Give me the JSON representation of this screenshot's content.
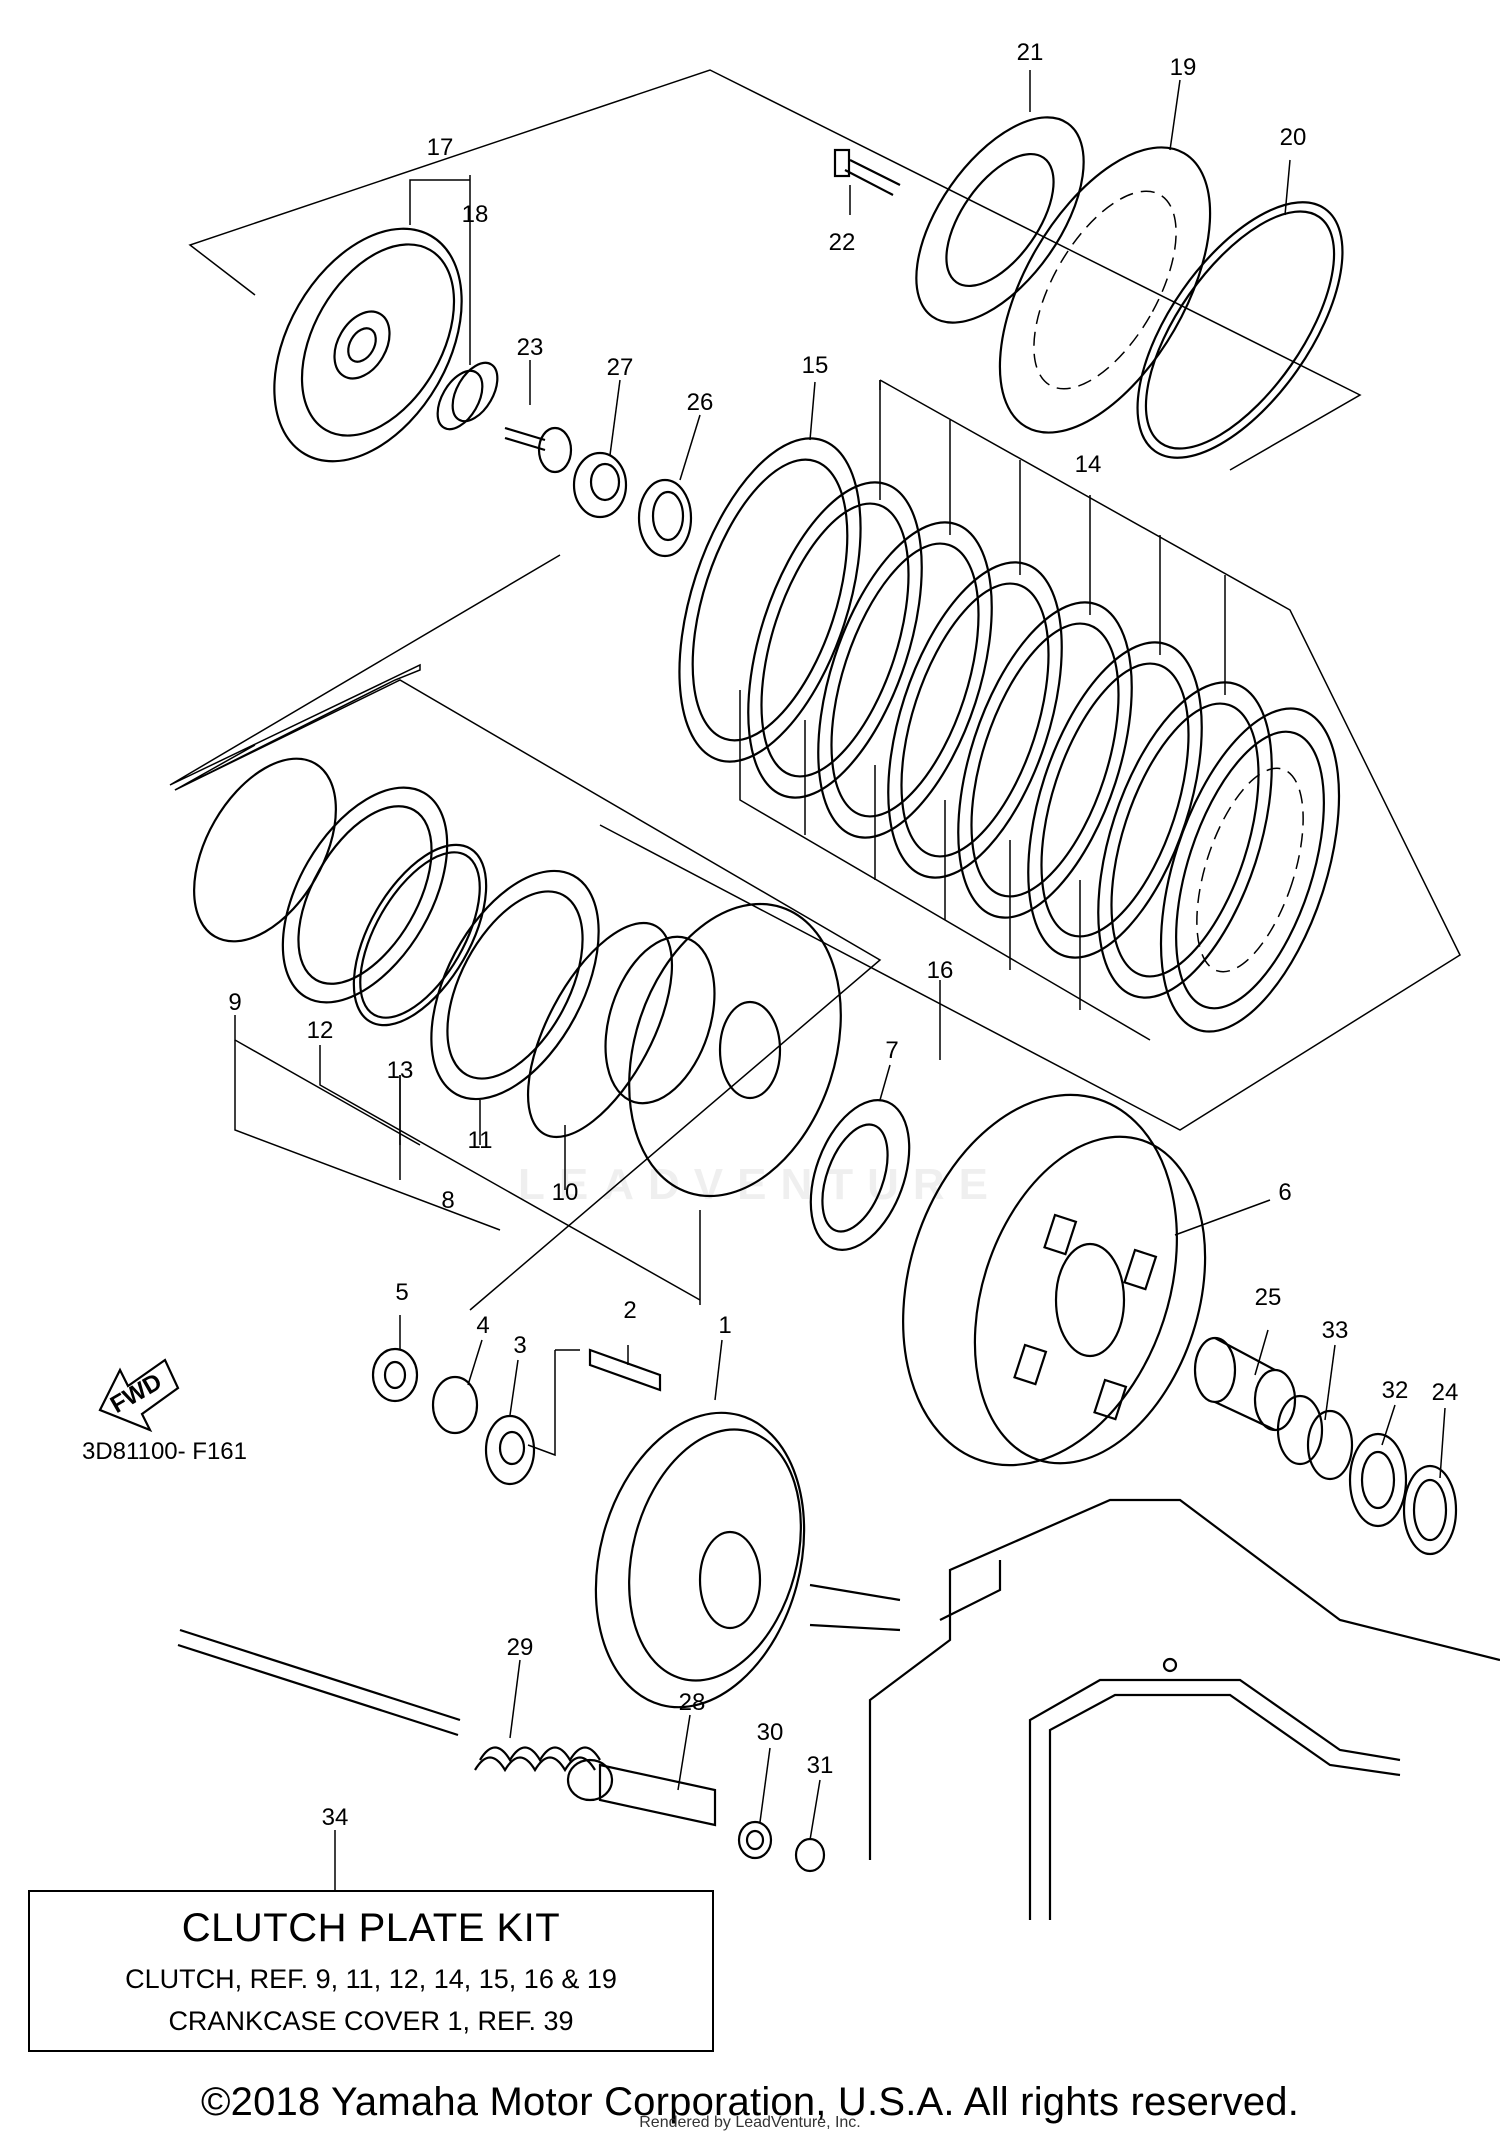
{
  "diagram": {
    "code": "3D81100- F161",
    "fwd_label": "FWD",
    "callouts": [
      "1",
      "2",
      "3",
      "4",
      "5",
      "6",
      "7",
      "8",
      "9",
      "10",
      "11",
      "12",
      "13",
      "14",
      "15",
      "16",
      "17",
      "18",
      "19",
      "20",
      "21",
      "22",
      "23",
      "24",
      "25",
      "26",
      "27",
      "28",
      "29",
      "30",
      "31",
      "32",
      "33",
      "34"
    ]
  },
  "kit": {
    "title": "CLUTCH PLATE KIT",
    "line1": "CLUTCH, REF.  9, 11, 12, 14, 15, 16 & 19",
    "line2": "CRANKCASE COVER 1, REF.  39"
  },
  "footer": {
    "copyright": "©2018 Yamaha Motor Corporation, U.S.A. All rights reserved.",
    "rendered_by": "Rendered by LeadVenture, Inc."
  },
  "watermark": "LEADVENTURE"
}
